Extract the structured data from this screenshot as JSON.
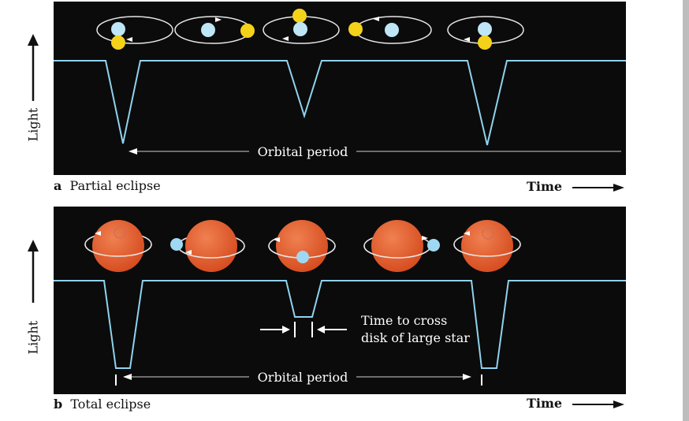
{
  "panels": {
    "a": {
      "ylabel": "Light",
      "caption_letter": "a",
      "caption_text": "Partial eclipse",
      "xlabel": "Time",
      "period_label": "Orbital period"
    },
    "b": {
      "ylabel": "Light",
      "caption_letter": "b",
      "caption_text": "Total eclipse",
      "xlabel": "Time",
      "period_label": "Orbital period",
      "cross_label_line1": "Time to cross",
      "cross_label_line2": "disk of large star"
    }
  },
  "colors": {
    "background": "#0b0b0b",
    "light_curve": "#8fd3ee",
    "yellow_star": "#f5d21a",
    "blue_star": "#bfe6f7",
    "red_star": "#e25a28",
    "orbit": "#e8e8e8"
  }
}
